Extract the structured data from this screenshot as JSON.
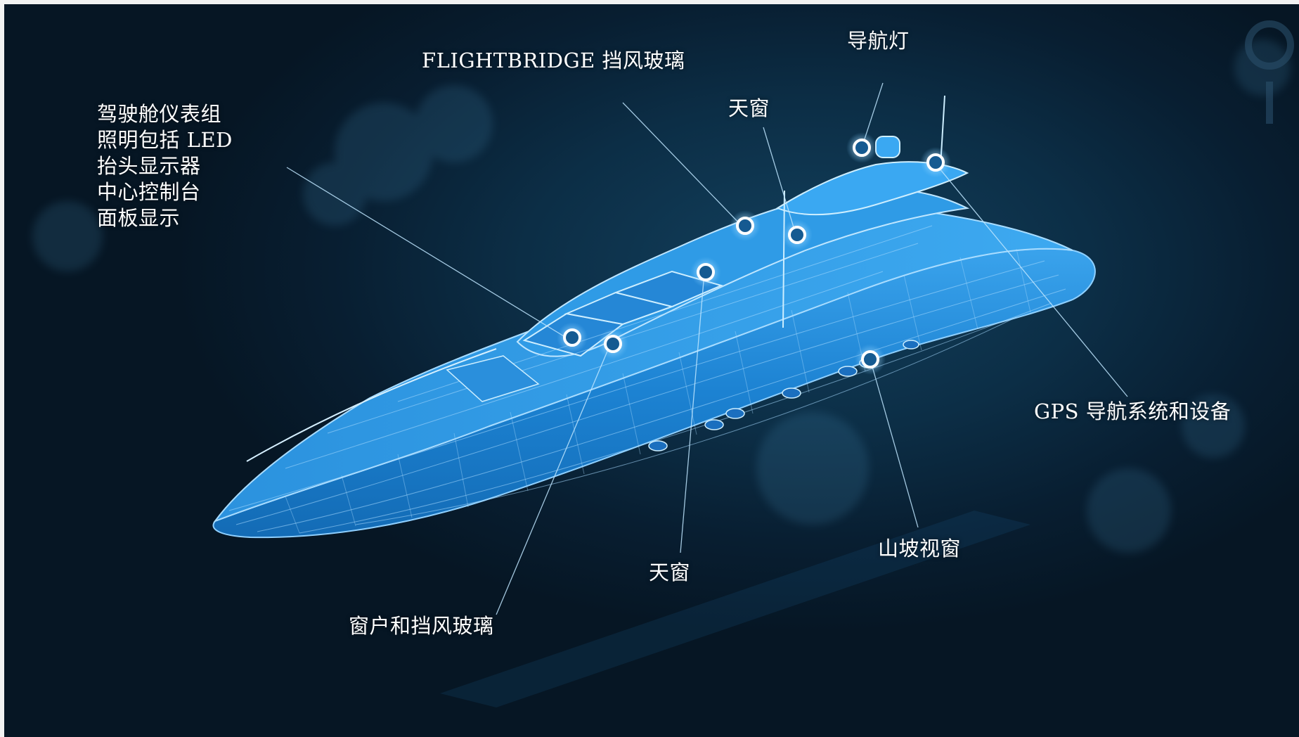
{
  "labels": {
    "cockpit": [
      "驾驶舱仪表组",
      "照明包括 LED",
      "抬头显示器",
      "中心控制台",
      "面板显示"
    ],
    "flightbridge": "FLIGHTBRIDGE 挡风玻璃",
    "nav_light": "导航灯",
    "skylight_top": "天窗",
    "gps": "GPS 导航系统和设备",
    "hill_window": "山坡视窗",
    "skylight_bottom": "天窗",
    "windows": "窗户和挡风玻璃"
  },
  "colors": {
    "background": "#0c2e46",
    "hull": "#1f86d4",
    "wire": "#9fd6ff",
    "hotspot_ring": "#ffffff",
    "hotspot_core": "#155a91",
    "leader_line": "#bfe6ff"
  }
}
